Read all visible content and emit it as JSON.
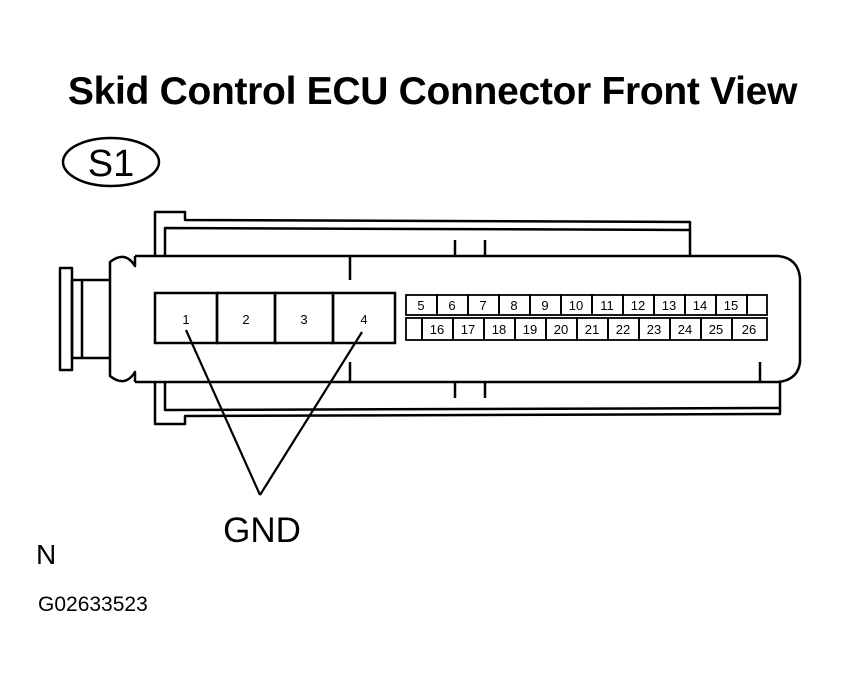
{
  "title": "Skid Control ECU Connector Front View",
  "connector_id": "S1",
  "large_pins": [
    "1",
    "2",
    "3",
    "4"
  ],
  "small_pins_top": [
    "5",
    "6",
    "7",
    "8",
    "9",
    "10",
    "11",
    "12",
    "13",
    "14",
    "15"
  ],
  "small_pins_bottom": [
    "16",
    "17",
    "18",
    "19",
    "20",
    "21",
    "22",
    "23",
    "24",
    "25",
    "26"
  ],
  "ground_label": "GND",
  "ground_pins": [
    "1",
    "4"
  ],
  "orientation_mark": "N",
  "figure_code": "G02633523"
}
